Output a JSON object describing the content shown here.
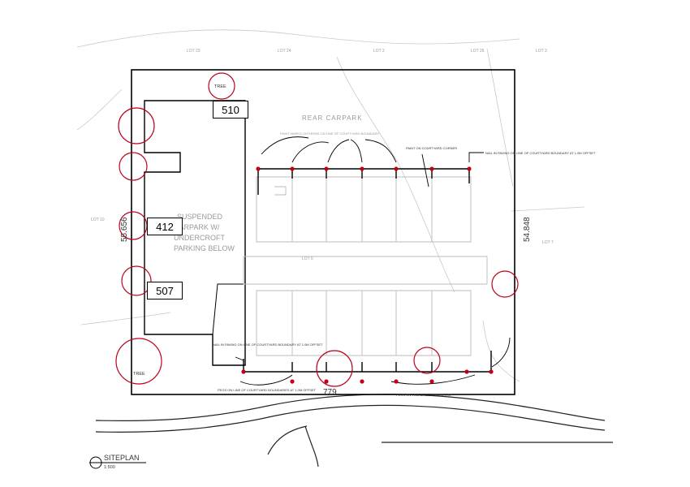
{
  "plan": {
    "title": "SITEPLAN",
    "scale": "1:500",
    "dimension_left": "55.656",
    "dimension_right": "54.848",
    "dimension_bottom": "779",
    "rear_carpark_label": "REAR CARPARK",
    "suspended_label": [
      "SUSPENDED",
      "CARPARK W/",
      "UNDERCROFT",
      "PARKING BELOW"
    ],
    "tree_label": "TREE",
    "boxes": [
      "510",
      "412",
      "507"
    ],
    "lot_labels": [
      "LOT 23",
      "LOT 24",
      "LOT 2",
      "LOT 26",
      "LOT 3",
      "LOT 5",
      "LOT 10",
      "LOT 7"
    ],
    "survey_notes": {
      "paint_marks": "PAINT MARKS ON KERBS ON LINE OF COURTYARD BOUNDARY",
      "nail_right": "NAIL IN PAVING ON LINE OF COURTYARD BOUNDARY AT 1.0M OFFSET",
      "nail_left": "NAIL IN PAVING ON LINE OF COURTYARD BOUNDARY AT 1.0M OFFSET",
      "pegs_left": "PEGS ON LINE OF COURTYARD BOUNDARIES AT 1.0M OFFSET",
      "pegs_right": "PEGS ON LINE OF BOUNDARIES AT",
      "paint_corner": "PAINT ON COURTYARD CORNER"
    }
  }
}
